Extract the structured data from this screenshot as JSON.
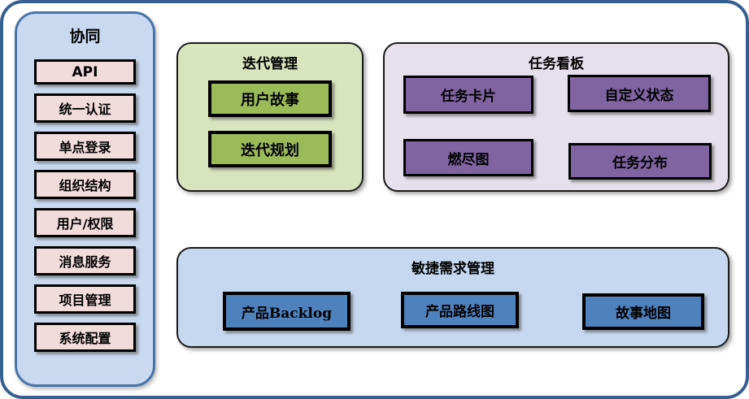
{
  "diagram": {
    "sidebar": {
      "title": "协同",
      "items": [
        "API",
        "统一认证",
        "单点登录",
        "组织结构",
        "用户/权限",
        "消息服务",
        "项目管理",
        "系统配置"
      ]
    },
    "iteration": {
      "title": "迭代管理",
      "items": [
        "用户故事",
        "迭代规划"
      ]
    },
    "taskboard": {
      "title": "任务看板",
      "items": [
        "任务卡片",
        "自定义状态",
        "燃尽图",
        "任务分布"
      ]
    },
    "requirements": {
      "title": "敏捷需求管理",
      "items": [
        "产品Backlog",
        "产品路线图",
        "故事地图"
      ]
    },
    "colors": {
      "outer_border": "#365f91",
      "sidebar_fill": "#c9d9f0",
      "sidebar_border": "#4a74a8",
      "sidebar_block_fill": "#f2dcdb",
      "iteration_panel_fill": "#d8e4bd",
      "iteration_block_fill": "#9bbb59",
      "taskboard_panel_fill": "#e5e0ec",
      "taskboard_block_fill": "#8064a2",
      "requirements_panel_fill": "#c6d8f0",
      "requirements_block_fill": "#4f81bd",
      "block_border": "#000000",
      "text": "#000000"
    }
  }
}
